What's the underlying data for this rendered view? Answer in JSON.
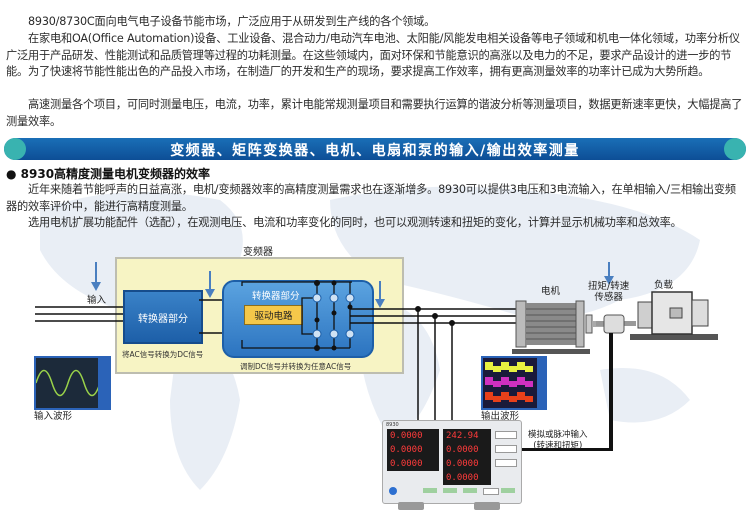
{
  "intro": {
    "line1": "8930/8730C面向电气电子设备节能市场，广泛应用于从研发到生产线的各个领域。",
    "para2": "在家电和OA(Office Automation)设备、工业设备、混合动力/电动汽车电池、太阳能/风能发电相关设备等电子领域和机电一体化领域，功率分析仪广泛用于产品研发、性能测试和品质管理等过程的功耗测量。在这些领域内，面对环保和节能意识的高涨以及电力的不足，要求产品设计的进一步的节能。为了快速将节能性能出色的产品投入市场，在制造厂的开发和生产的现场，要求提高工作效率，拥有更高测量效率的功率计已成为大势所趋。",
    "para3": "高速测量各个项目，可同时测量电压，电流，功率，累计电能常规测量项目和需要执行运算的谐波分析等测量项目，数据更新速率更快，大幅提高了测量效率。"
  },
  "banner": {
    "title": "变频器、矩阵变换器、电机、电扇和泵的输入/输出效率测量",
    "accent_color": "#39b3b0",
    "bar_color": "#1565b0"
  },
  "section": {
    "heading": "● 8930高精度测量电机变频器的效率",
    "para1": "近年来随着节能呼声的日益高涨，电机/变频器效率的高精度测量需求也在逐渐增多。8930可以提供3电压和3电流输入，在单相输入/三相输出变频器的效率评价中，能进行高精度测量。",
    "para2": "选用电机扩展功能配件（选配），在观测电压、电流和功率变化的同时，也可以观测转速和扭矩的变化，计算并显示机械功率和总效率。"
  },
  "diagram": {
    "inverter_label": "变频器",
    "input_label": "输入",
    "converter_label": "转换器部分",
    "converter_caption": "将AC信号转换为DC信号",
    "inverter_block_label": "转换器部分",
    "drive_circuit_label": "驱动电路",
    "inverter_caption": "调制DC信号并转换为任意AC信号",
    "input_waveform_label": "输入波形",
    "output_waveform_label": "输出波形",
    "motor_label": "电机",
    "sensor_label_line1": "扭矩/转速",
    "sensor_label_line2": "传感器",
    "load_label": "负载",
    "analog_input_line1": "模拟或脉冲输入",
    "analog_input_line2": "(转速和扭矩)",
    "meter_readings": [
      "0.0000",
      "0.0000",
      "0.0000",
      "242.94",
      "0.0000",
      "0.0000",
      "0.0000"
    ],
    "meter_model": "8930"
  }
}
